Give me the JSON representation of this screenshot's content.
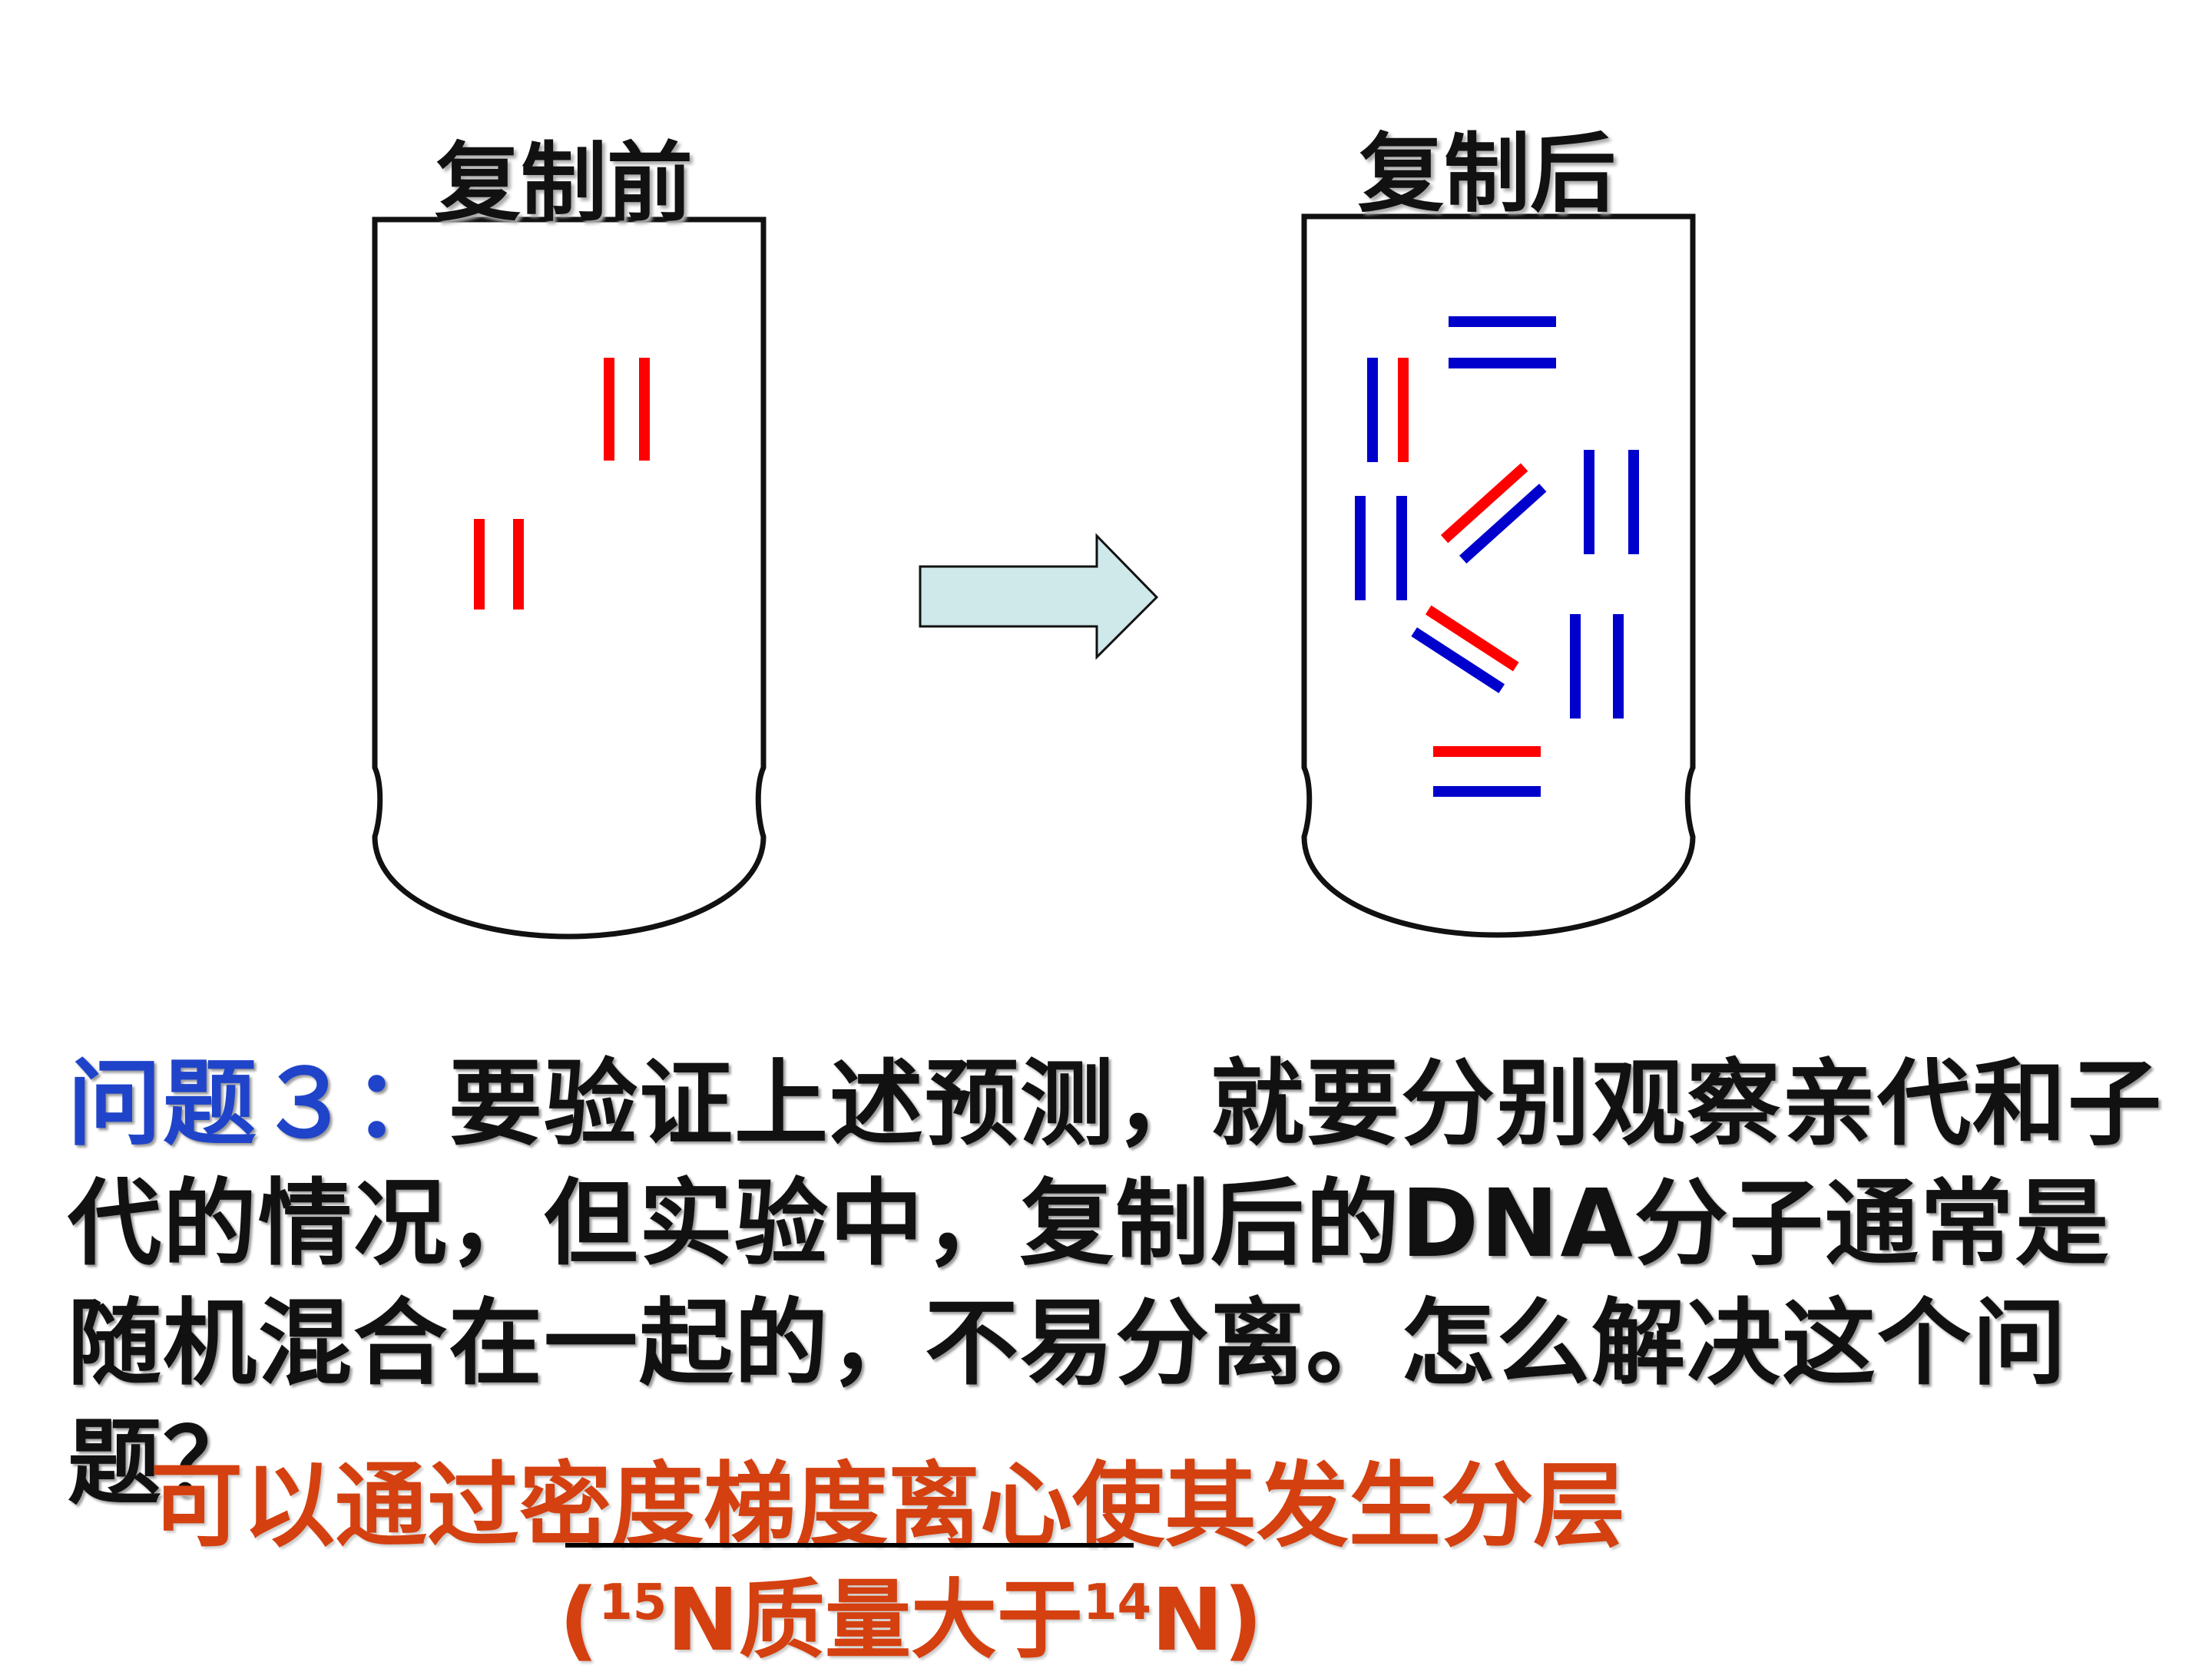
{
  "labels": {
    "before": "复制前",
    "after": "复制后"
  },
  "question": {
    "prefix": "问题３：",
    "text": "要验证上述预测，就要分别观察亲代和子代的情况，但实验中，复制后的DNA分子通常是随机混合在一起的，不易分离。怎么解决这个问题？"
  },
  "answer": {
    "text": "可以通过密度梯度离心使其发生分层",
    "note_open": "(",
    "note_sup1": "15",
    "note_mid": "N质量大于",
    "note_sup2": "14",
    "note_close": "N)"
  },
  "colors": {
    "red_strand": "#ff0000",
    "blue_strand": "#0000cc",
    "arrow_fill": "#cfe8ea",
    "question_prefix": "#1f44c9",
    "answer": "#d4400f"
  }
}
